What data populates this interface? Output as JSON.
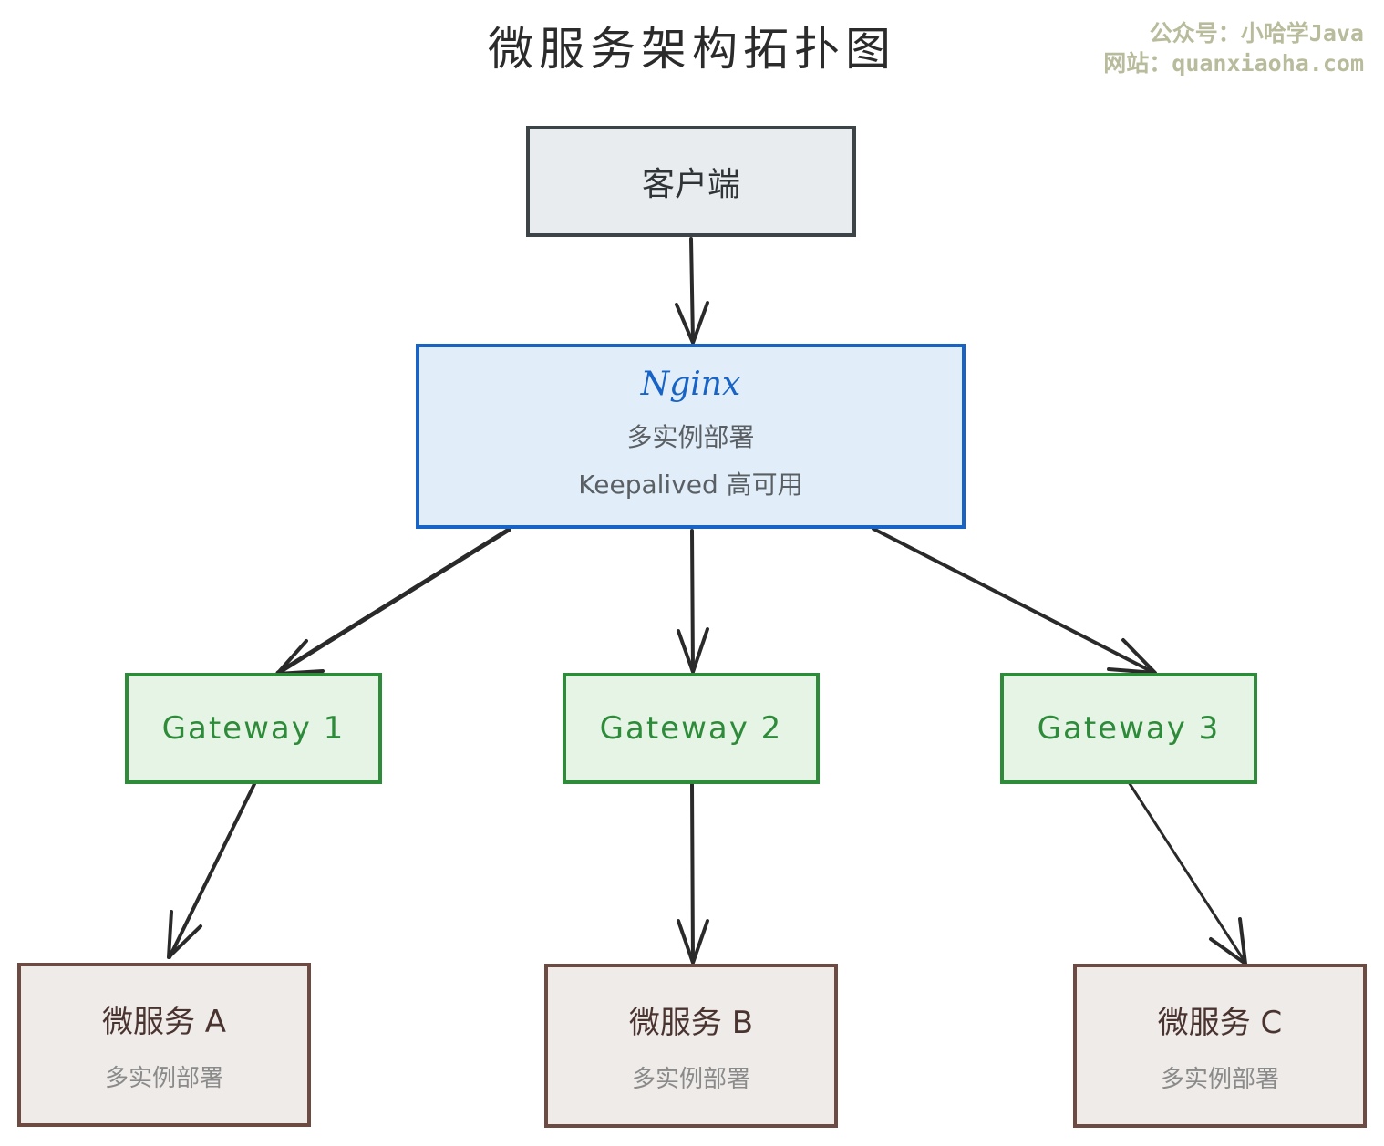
{
  "title": "微服务架构拓扑图",
  "watermark": {
    "line1": "公众号：小哈学Java",
    "line2": "网站：quanxiaoha.com"
  },
  "colors": {
    "client_border": "#3c4448",
    "client_fill": "#e9ecef",
    "nginx_border": "#1864c6",
    "nginx_fill": "#e1eefa",
    "gateway_border": "#2e8b3a",
    "gateway_fill": "#e6f4e6",
    "service_border": "#6d4b42",
    "service_fill": "#efebe9",
    "arrow": "#2a2a2a"
  },
  "nodes": {
    "client": {
      "label": "客户端"
    },
    "nginx": {
      "label": "Nginx",
      "line1": "多实例部署",
      "line2": "Keepalived 高可用"
    },
    "gateways": [
      {
        "label": "Gateway 1"
      },
      {
        "label": "Gateway 2"
      },
      {
        "label": "Gateway 3"
      }
    ],
    "services": [
      {
        "label": "微服务 A",
        "sub": "多实例部署"
      },
      {
        "label": "微服务 B",
        "sub": "多实例部署"
      },
      {
        "label": "微服务 C",
        "sub": "多实例部署"
      }
    ]
  },
  "edges": [
    {
      "from": "client",
      "to": "nginx"
    },
    {
      "from": "nginx",
      "to": "gateway-1"
    },
    {
      "from": "nginx",
      "to": "gateway-2"
    },
    {
      "from": "nginx",
      "to": "gateway-3"
    },
    {
      "from": "gateway-1",
      "to": "service-a"
    },
    {
      "from": "gateway-2",
      "to": "service-b"
    },
    {
      "from": "gateway-3",
      "to": "service-c"
    }
  ]
}
